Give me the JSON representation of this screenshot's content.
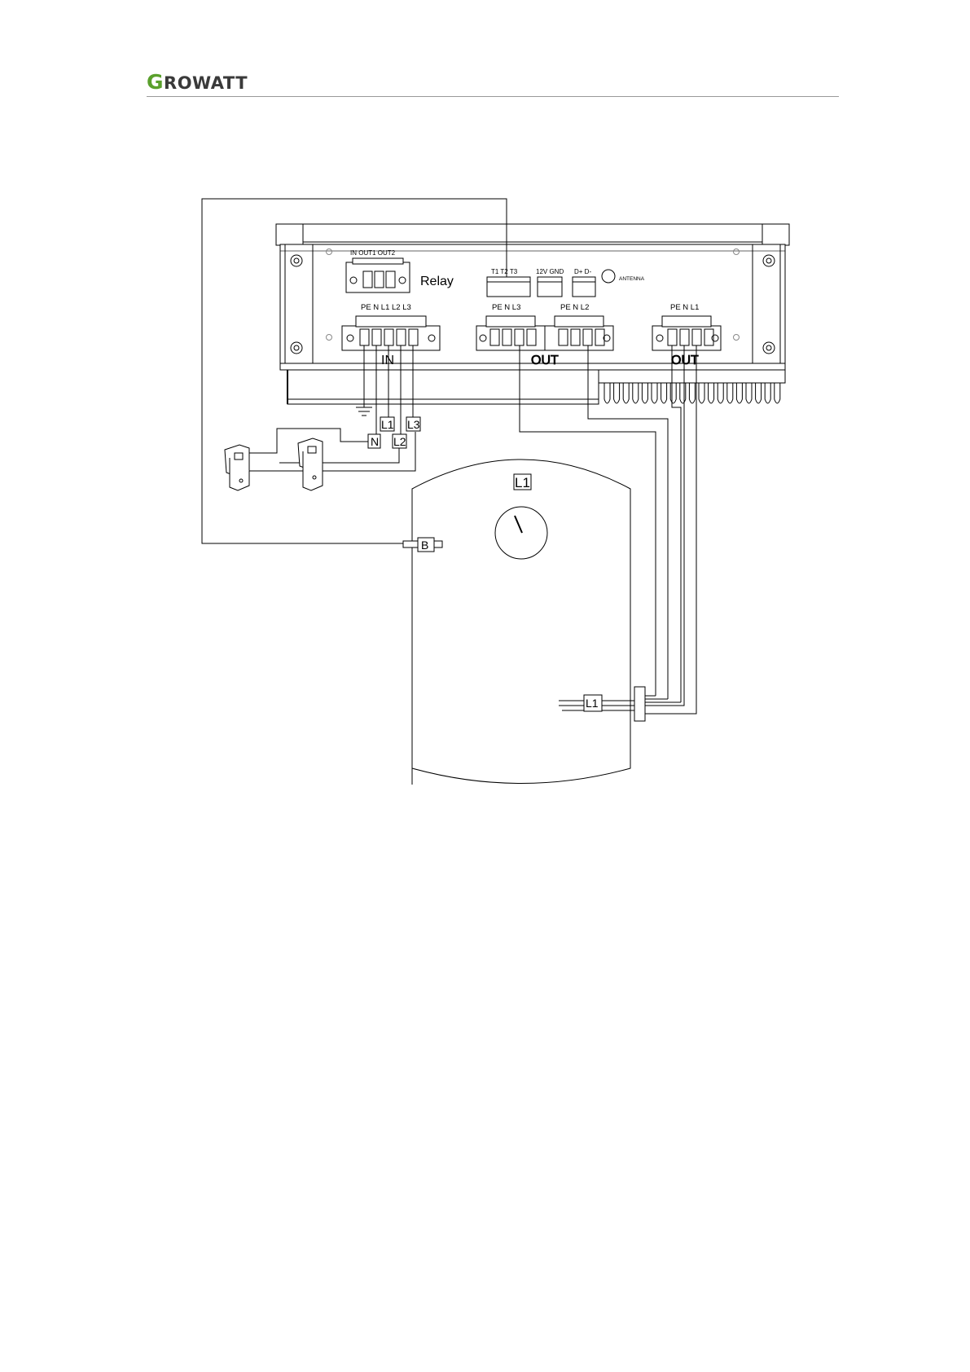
{
  "brand": {
    "logo_text": "ROWATT",
    "logo_initial": "G",
    "accent_color": "#5aa02c"
  },
  "device": {
    "relay_pins": "IN  OUT1  OUT2",
    "relay_label": "Relay",
    "temp_pins": "T1  T2  T3",
    "power_pins": "12V  GND",
    "bus_pins": "D+  D-",
    "antenna_label": "ANTENNA",
    "in_pins": "PE  N  L1  L2  L3",
    "in_label": "IN",
    "out_l3_pins": "PE  N  L3",
    "out_l2_pins": "PE  N  L2",
    "out_mid_label": "OUT",
    "out_l1_pins": "PE  N  L1",
    "out_right_label": "OUT"
  },
  "wiring": {
    "tag_l1": "L1",
    "tag_l3": "L3",
    "tag_n": "N",
    "tag_l2": "L2"
  },
  "tank": {
    "label": "L1",
    "sensor_label": "B",
    "heater_label": "L1"
  }
}
